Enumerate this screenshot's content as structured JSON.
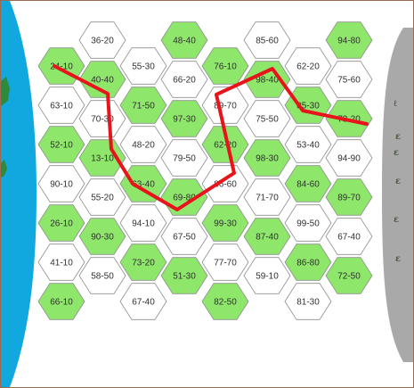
{
  "board": {
    "colors": {
      "green_tile": "#8ee66b",
      "white_tile": "#ffffff",
      "tile_stroke": "#8e8e8e",
      "path": "#e8141c",
      "sea": "#11a8e0",
      "sea_land": "#2e8b3e",
      "right_bank": "#a9a9a9",
      "frame": "#9a6b52"
    },
    "tiles": [
      {
        "label": "24-10",
        "green": true
      },
      {
        "label": "63-10",
        "green": false
      },
      {
        "label": "52-10",
        "green": true
      },
      {
        "label": "90-10",
        "green": false
      },
      {
        "label": "26-10",
        "green": true
      },
      {
        "label": "41-10",
        "green": false
      },
      {
        "label": "66-10",
        "green": true
      },
      {
        "label": "36-20",
        "green": false
      },
      {
        "label": "40-40",
        "green": true
      },
      {
        "label": "70-30",
        "green": false
      },
      {
        "label": "13-10",
        "green": true
      },
      {
        "label": "55-20",
        "green": false
      },
      {
        "label": "90-30",
        "green": true
      },
      {
        "label": "58-50",
        "green": false
      },
      {
        "label": "55-30",
        "green": false
      },
      {
        "label": "71-50",
        "green": true
      },
      {
        "label": "48-20",
        "green": false
      },
      {
        "label": "63-40",
        "green": true
      },
      {
        "label": "94-10",
        "green": false
      },
      {
        "label": "73-20",
        "green": true
      },
      {
        "label": "67-40",
        "green": false
      },
      {
        "label": "48-40",
        "green": true
      },
      {
        "label": "66-20",
        "green": false
      },
      {
        "label": "97-30",
        "green": true
      },
      {
        "label": "79-50",
        "green": false
      },
      {
        "label": "69-80",
        "green": true
      },
      {
        "label": "67-50",
        "green": false
      },
      {
        "label": "51-30",
        "green": true
      },
      {
        "label": "76-10",
        "green": true
      },
      {
        "label": "89-70",
        "green": false
      },
      {
        "label": "62-20",
        "green": true
      },
      {
        "label": "86-60",
        "green": false
      },
      {
        "label": "99-30",
        "green": true
      },
      {
        "label": "77-70",
        "green": false
      },
      {
        "label": "82-50",
        "green": true
      },
      {
        "label": "85-60",
        "green": false
      },
      {
        "label": "98-40",
        "green": true
      },
      {
        "label": "75-50",
        "green": false
      },
      {
        "label": "98-30",
        "green": true
      },
      {
        "label": "71-70",
        "green": false
      },
      {
        "label": "87-40",
        "green": true
      },
      {
        "label": "59-10",
        "green": false
      },
      {
        "label": "62-20",
        "green": false
      },
      {
        "label": "85-30",
        "green": true
      },
      {
        "label": "53-40",
        "green": false
      },
      {
        "label": "84-60",
        "green": true
      },
      {
        "label": "99-50",
        "green": false
      },
      {
        "label": "86-80",
        "green": true
      },
      {
        "label": "81-30",
        "green": false
      },
      {
        "label": "94-80",
        "green": true
      },
      {
        "label": "75-60",
        "green": false
      },
      {
        "label": "73-20",
        "green": true
      },
      {
        "label": "94-90",
        "green": false
      },
      {
        "label": "89-70",
        "green": true
      },
      {
        "label": "67-40",
        "green": false
      },
      {
        "label": "72-50",
        "green": true
      }
    ],
    "path_tiles": [
      "24-10",
      "40-40",
      "13-10",
      "63-40",
      "69-80",
      "86-60",
      "89-70",
      "98-40",
      "85-30",
      "73-20"
    ],
    "shore_glyphs": [
      "ℓ",
      "ε",
      "ɛ",
      "ɛ",
      "ɛ",
      "ɛ"
    ]
  }
}
